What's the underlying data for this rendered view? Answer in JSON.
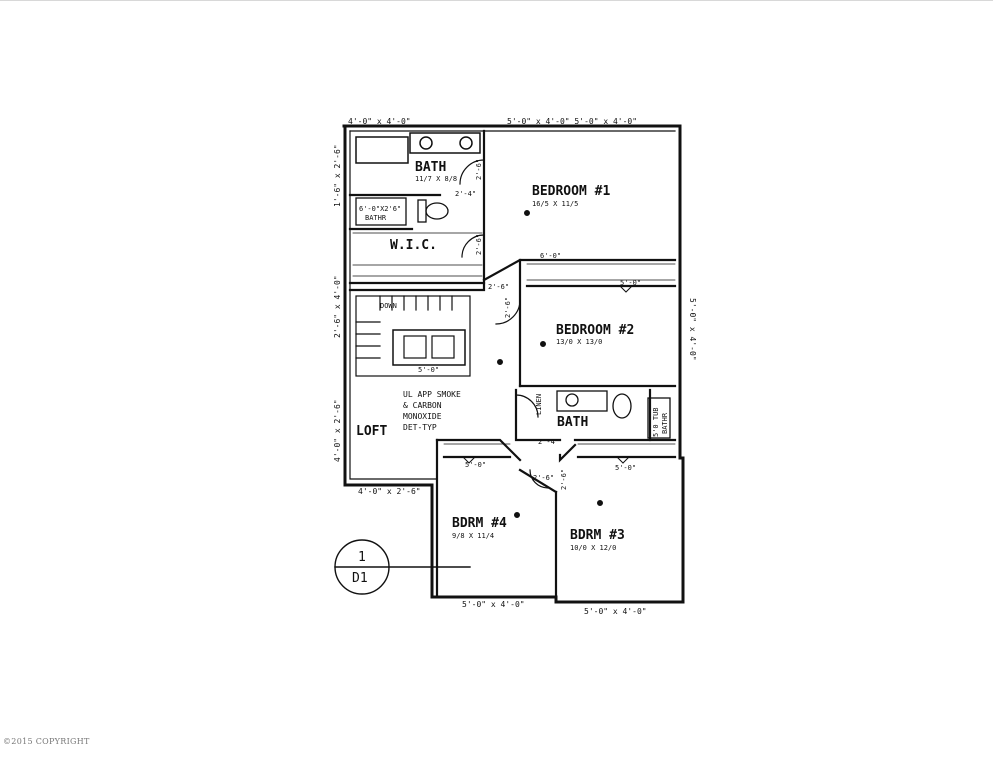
{
  "rooms": {
    "bath_master": {
      "name": "BATH",
      "size": "11/7 X 8/8"
    },
    "bedroom1": {
      "name": "BEDROOM #1",
      "size": "16/5 X 11/5"
    },
    "wic": {
      "name": "W.I.C."
    },
    "bedroom2": {
      "name": "BEDROOM #2",
      "size": "13/0 X 13/0"
    },
    "bath2": {
      "name": "BATH"
    },
    "linen": {
      "name": "LINEN"
    },
    "loft": {
      "name": "LOFT"
    },
    "bdrm4": {
      "name": "BDRM #4",
      "size": "9/8 X 11/4"
    },
    "bdrm3": {
      "name": "BDRM #3",
      "size": "10/0 X 12/0"
    }
  },
  "labels": {
    "down": "DOWN",
    "shelf": "6'-0\"",
    "sill_1": "5'-0\"",
    "sill_2": "5'-0\"",
    "sill_3": "5'-0\"",
    "sill_4": "5'-0\"",
    "door_1": "2'-4\"",
    "door_2": "2'-6\"",
    "door_3": "2'-6\"",
    "door_4": "2'-4\"",
    "door_5": "2'-6\"",
    "door_6": "2'-6\"",
    "door_7": "2'-6\"",
    "door_8": "2'-6\"",
    "tub_label": "6'-0\"X2'6\"",
    "tub_sub": "BATHR",
    "tub2_label": "5'0 TUB",
    "tub2_sub": "BATHR"
  },
  "dimensions": {
    "top_left": "4'-0\" x 4'-0\"",
    "top_right": "5'-0\" x 4'-0\" 5'-0\" x 4'-0\"",
    "left_1": "1'-6\" x 2'-6\"",
    "left_2": "2'-6\" x 4'-0\"",
    "left_3": "4'-0\" x 2'-6\"",
    "right_1": "5'-0\" x 4'-0\"",
    "bottom_left": "4'-0\" x 2'-6\"",
    "bottom_mid": "5'-0\" x 4'-0\"",
    "bottom_right": "5'-0\" x 4'-0\""
  },
  "notes": {
    "smoke": [
      "UL APP SMOKE",
      "& CARBON",
      "MONOXIDE",
      "DET-TYP"
    ]
  },
  "callout": {
    "number": "1",
    "sheet": "D1"
  },
  "copyright": "©2015 COPYRIGHT"
}
